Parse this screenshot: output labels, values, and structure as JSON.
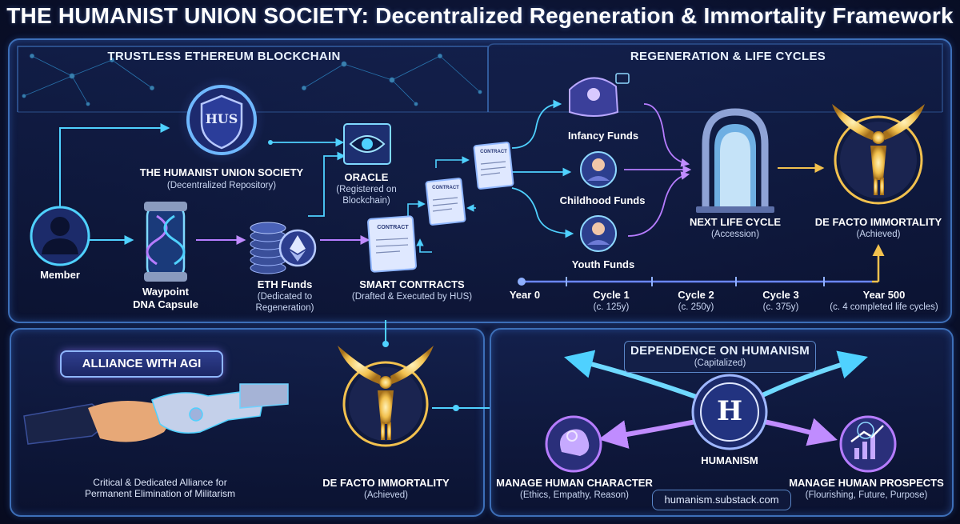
{
  "title": "THE HUMANIST UNION SOCIETY: Decentralized Regeneration & Immortality Framework",
  "blockchain": {
    "section_title": "TRUSTLESS ETHEREUM BLOCKCHAIN",
    "hus_logo": "HUS",
    "hus_label": "THE HUMANIST UNION SOCIETY",
    "hus_sub": "(Decentralized Repository)",
    "member_label": "Member",
    "capsule_label_1": "Waypoint",
    "capsule_label_2": "DNA Capsule",
    "eth_label": "ETH Funds",
    "eth_sub_1": "(Dedicated to",
    "eth_sub_2": "Regeneration)",
    "oracle_label": "ORACLE",
    "oracle_sub_1": "(Registered on",
    "oracle_sub_2": "Blockchain)",
    "contract_doc": "CONTRACT",
    "contracts_label": "SMART CONTRACTS",
    "contracts_sub": "(Drafted & Executed by HUS)"
  },
  "regeneration": {
    "section_title": "REGENERATION & LIFE CYCLES",
    "infancy": "Infancy Funds",
    "childhood": "Childhood Funds",
    "youth": "Youth Funds",
    "next_label": "NEXT LIFE CYCLE",
    "next_sub": "(Accession)",
    "immortality_label": "DE FACTO IMMORTALITY",
    "immortality_sub": "(Achieved)",
    "timeline": [
      {
        "label": "Year 0",
        "sub": ""
      },
      {
        "label": "Cycle 1",
        "sub": "(c. 125y)"
      },
      {
        "label": "Cycle 2",
        "sub": "(c. 250y)"
      },
      {
        "label": "Cycle 3",
        "sub": "(c. 375y)"
      },
      {
        "label": "Year 500",
        "sub": "(c. 4 completed life cycles)"
      }
    ]
  },
  "alliance": {
    "badge": "ALLIANCE WITH AGI",
    "desc_1": "Critical & Dedicated Alliance for",
    "desc_2": "Permanent Elimination of Militarism",
    "immortality_label": "DE FACTO IMMORTALITY",
    "immortality_sub": "(Achieved)"
  },
  "humanism": {
    "section_title": "DEPENDENCE ON HUMANISM",
    "section_sub": "(Capitalized)",
    "emblem_letter": "H",
    "center_label": "HUMANISM",
    "character_label": "MANAGE HUMAN CHARACTER",
    "character_sub": "(Ethics, Empathy, Reason)",
    "prospects_label": "MANAGE HUMAN PROSPECTS",
    "prospects_sub": "(Flourishing, Future, Purpose)",
    "footer": "humanism.substack.com"
  },
  "colors": {
    "cyan": "#4fd1ff",
    "violet": "#b67cff",
    "gold": "#f2c14e",
    "panel_border": "#3d6fb8"
  }
}
